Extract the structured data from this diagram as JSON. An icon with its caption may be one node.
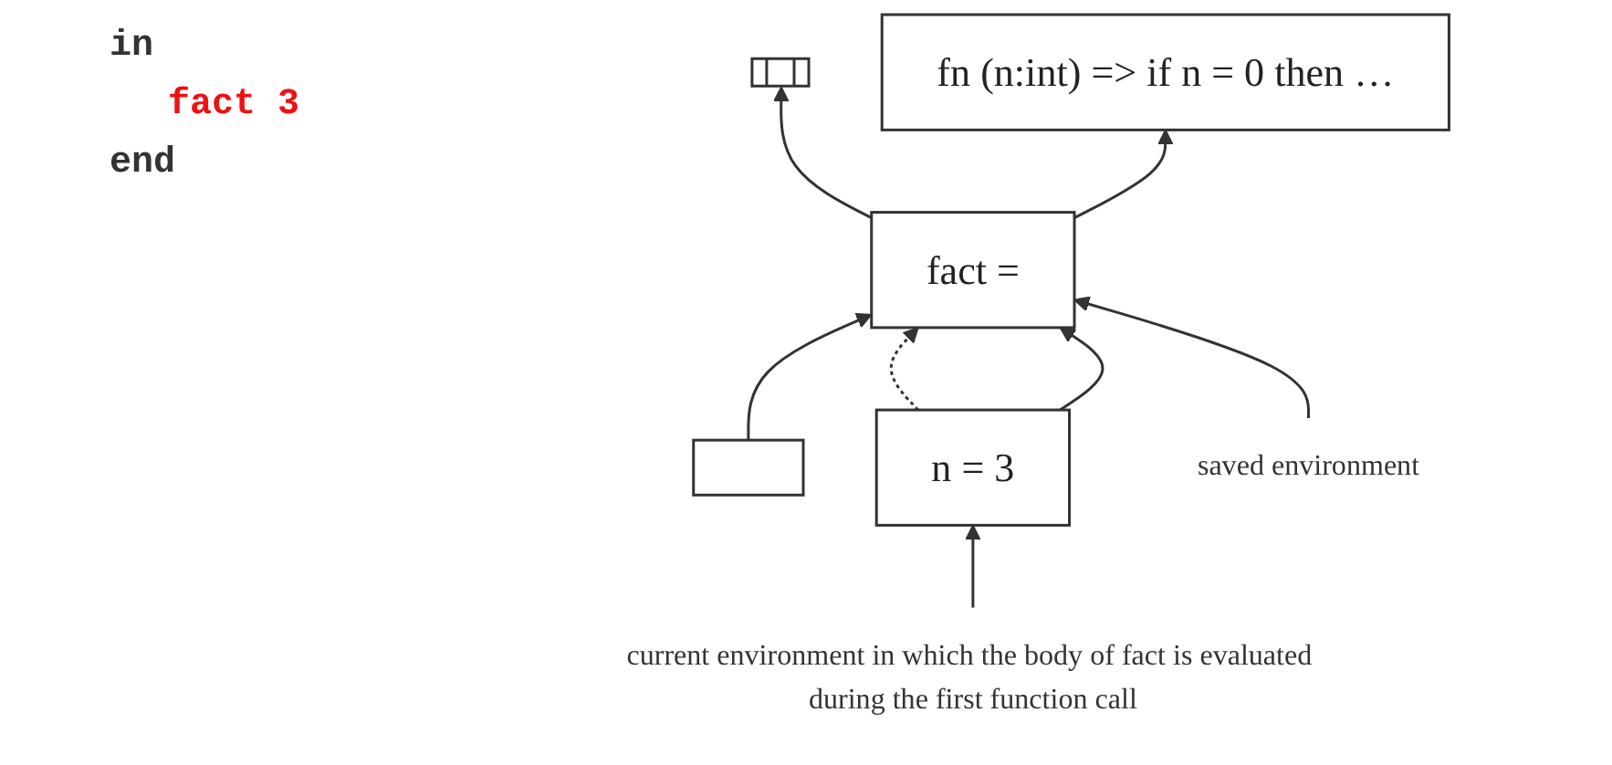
{
  "diagram": {
    "nodes": [
      {
        "text": [],
        "shape": "box"
      },
      {
        "text": [
          "fact ="
        ]
      },
      {
        "text": [
          "fn (n:int) => if n = 0 then …"
        ]
      },
      {
        "text": [],
        "shape": "box"
      },
      {
        "text": [
          "n = 3"
        ]
      },
      {
        "text": [
          "saved environment"
        ]
      },
      {
        "text": [
          "current environment in which the body of fact is evaluated during the first function call"
        ]
      }
    ],
    "edges": [
      {
        "from": 1,
        "to": 0,
        "arrow": "to"
      },
      {
        "from": 1,
        "to": 2,
        "arrow": "to"
      },
      {
        "from": 3,
        "to": 1,
        "arrow": "to"
      },
      {
        "from": 4,
        "to": 1,
        "arrow": "to",
        "style": "dashed"
      },
      {
        "from": 4,
        "to": 1,
        "arrow": "to"
      },
      {
        "from": 5,
        "to": 1,
        "arrow": "to"
      },
      {
        "from": 6,
        "to": 4,
        "arrow": "to"
      }
    ],
    "labels": [
      "in",
      "fact 3",
      "end"
    ]
  }
}
